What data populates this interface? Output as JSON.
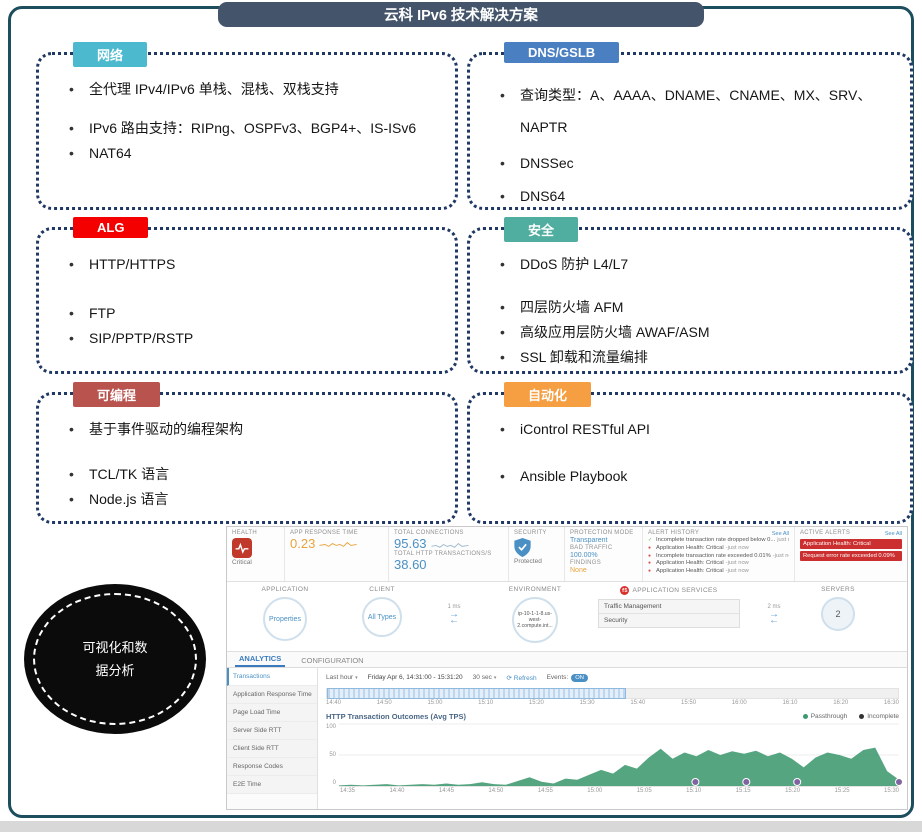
{
  "page": {
    "title": "云科 IPv6 技术解决方案"
  },
  "boxes": [
    {
      "tab": "网络",
      "tab_color": "#4cb9cf",
      "bullets": [
        "全代理 IPv4/IPv6 单栈、混栈、双栈支持",
        "IPv6 路由支持：RIPng、OSPFv3、BGP4+、IS-ISv6",
        "NAT64"
      ]
    },
    {
      "tab": "DNS/GSLB",
      "tab_color": "#4a7fc1",
      "bullets": [
        "查询类型：A、AAAA、DNAME、CNAME、MX、SRV、NAPTR",
        "DNSSec",
        "DNS64"
      ]
    },
    {
      "tab": "ALG",
      "tab_color": "#f40000",
      "bullets": [
        "HTTP/HTTPS",
        "FTP",
        "SIP/PPTP/RSTP"
      ]
    },
    {
      "tab": "安全",
      "tab_color": "#4fae9f",
      "bullets": [
        "DDoS 防护 L4/L7",
        "四层防火墙 AFM",
        "高级应用层防火墙 AWAF/ASM",
        "SSL 卸载和流量编排"
      ]
    },
    {
      "tab": "可编程",
      "tab_color": "#b8534e",
      "bullets": [
        "基于事件驱动的编程架构",
        "TCL/TK 语言",
        "Node.js 语言"
      ]
    },
    {
      "tab": "自动化",
      "tab_color": "#f59e42",
      "bullets": [
        "iControl RESTful API",
        "Ansible Playbook"
      ]
    }
  ],
  "ellipse": {
    "label": "可视化和数据分析"
  },
  "dashboard": {
    "health": {
      "label": "HEALTH",
      "status": "Critical"
    },
    "app_rt": {
      "label": "APP RESPONSE TIME",
      "value": "0.23"
    },
    "connections": {
      "label": "TOTAL CONNECTIONS",
      "value": "95.63"
    },
    "http_tps": {
      "label": "TOTAL HTTP TRANSACTIONS/S",
      "value": "38.60"
    },
    "security": {
      "label": "SECURITY",
      "status": "Protected"
    },
    "protection": {
      "label": "PROTECTION MODE",
      "mode": "Transparent",
      "bad_label": "BAD TRAFFIC",
      "bad": "100.00%",
      "findings_label": "FINDINGS",
      "findings": "None"
    },
    "alert_history": {
      "label": "ALERT HISTORY",
      "see_all": "See All",
      "items": [
        {
          "glyph": "✓",
          "text": "Incomplete transaction rate dropped below 0...",
          "time": "just now"
        },
        {
          "glyph": "●",
          "text": "Application Health: Critical",
          "time": "-just now"
        },
        {
          "glyph": "●",
          "text": "Incomplete transaction rate exceeded 0.01%",
          "time": "-just now"
        },
        {
          "glyph": "●",
          "text": "Application Health: Critical",
          "time": "-just now"
        },
        {
          "glyph": "●",
          "text": "Application Health: Critical",
          "time": "-just now"
        }
      ]
    },
    "active_alerts": {
      "label": "ACTIVE ALERTS",
      "see_all": "See All",
      "items": [
        "Application Health: Critical",
        "Request error rate exceeded 0.09%"
      ]
    },
    "topology": {
      "app_header": "APPLICATION",
      "client_header": "CLIENT",
      "env_header": "ENVIRONMENT",
      "svc_header": "APPLICATION SERVICES",
      "srv_header": "SERVERS",
      "app_node": "Properties",
      "client_node": "All Types",
      "client_latency": "1 ms",
      "env_node": "ip-10-1-1-8.us-west-2.compute.int...",
      "services": [
        "Traffic Management",
        "Security"
      ],
      "server_latency": "2 ms",
      "servers_node": "2"
    },
    "tabs": [
      "ANALYTICS",
      "CONFIGURATION"
    ],
    "sidebar": [
      "Transactions",
      "Application Response Time",
      "Page Load Time",
      "Server Side RTT",
      "Client Side RTT",
      "Response Codes",
      "E2E Time"
    ],
    "toolbar": {
      "range": "Last hour",
      "date": "Friday Apr 6, 14:31:00 - 15:31:20",
      "interval": "30 sec",
      "refresh": "Refresh",
      "events_label": "Events:",
      "events_state": "ON"
    },
    "timeline_ticks": [
      "14:40",
      "14:50",
      "15:00",
      "15:10",
      "15:20",
      "15:30",
      "15:40",
      "15:50",
      "16:00",
      "16:10",
      "16:20",
      "16:30"
    ]
  },
  "chart_data": {
    "type": "area",
    "title": "HTTP Transaction Outcomes (Avg TPS)",
    "legend": [
      {
        "name": "Passthrough",
        "color": "#3d9970"
      },
      {
        "name": "Incomplete",
        "color": "#333333"
      }
    ],
    "x_ticks": [
      "14:35",
      "14:40",
      "14:45",
      "14:50",
      "14:55",
      "15:00",
      "15:05",
      "15:10",
      "15:15",
      "15:20",
      "15:25",
      "15:30"
    ],
    "ylim": [
      0,
      100
    ],
    "y_ticks": [
      0,
      50,
      100
    ],
    "series": [
      {
        "name": "Passthrough",
        "color": "#3d9970",
        "values": [
          1,
          2,
          1,
          2,
          3,
          1,
          2,
          3,
          2,
          4,
          2,
          3,
          6,
          3,
          2,
          8,
          14,
          7,
          4,
          12,
          10,
          18,
          26,
          20,
          34,
          28,
          46,
          60,
          44,
          54,
          48,
          58,
          50,
          56,
          52,
          57,
          48,
          54,
          44,
          30,
          46,
          54,
          50,
          44,
          58,
          62,
          24,
          10
        ]
      }
    ],
    "events": [
      "15:10",
      "15:15",
      "15:20",
      "15:30"
    ]
  }
}
